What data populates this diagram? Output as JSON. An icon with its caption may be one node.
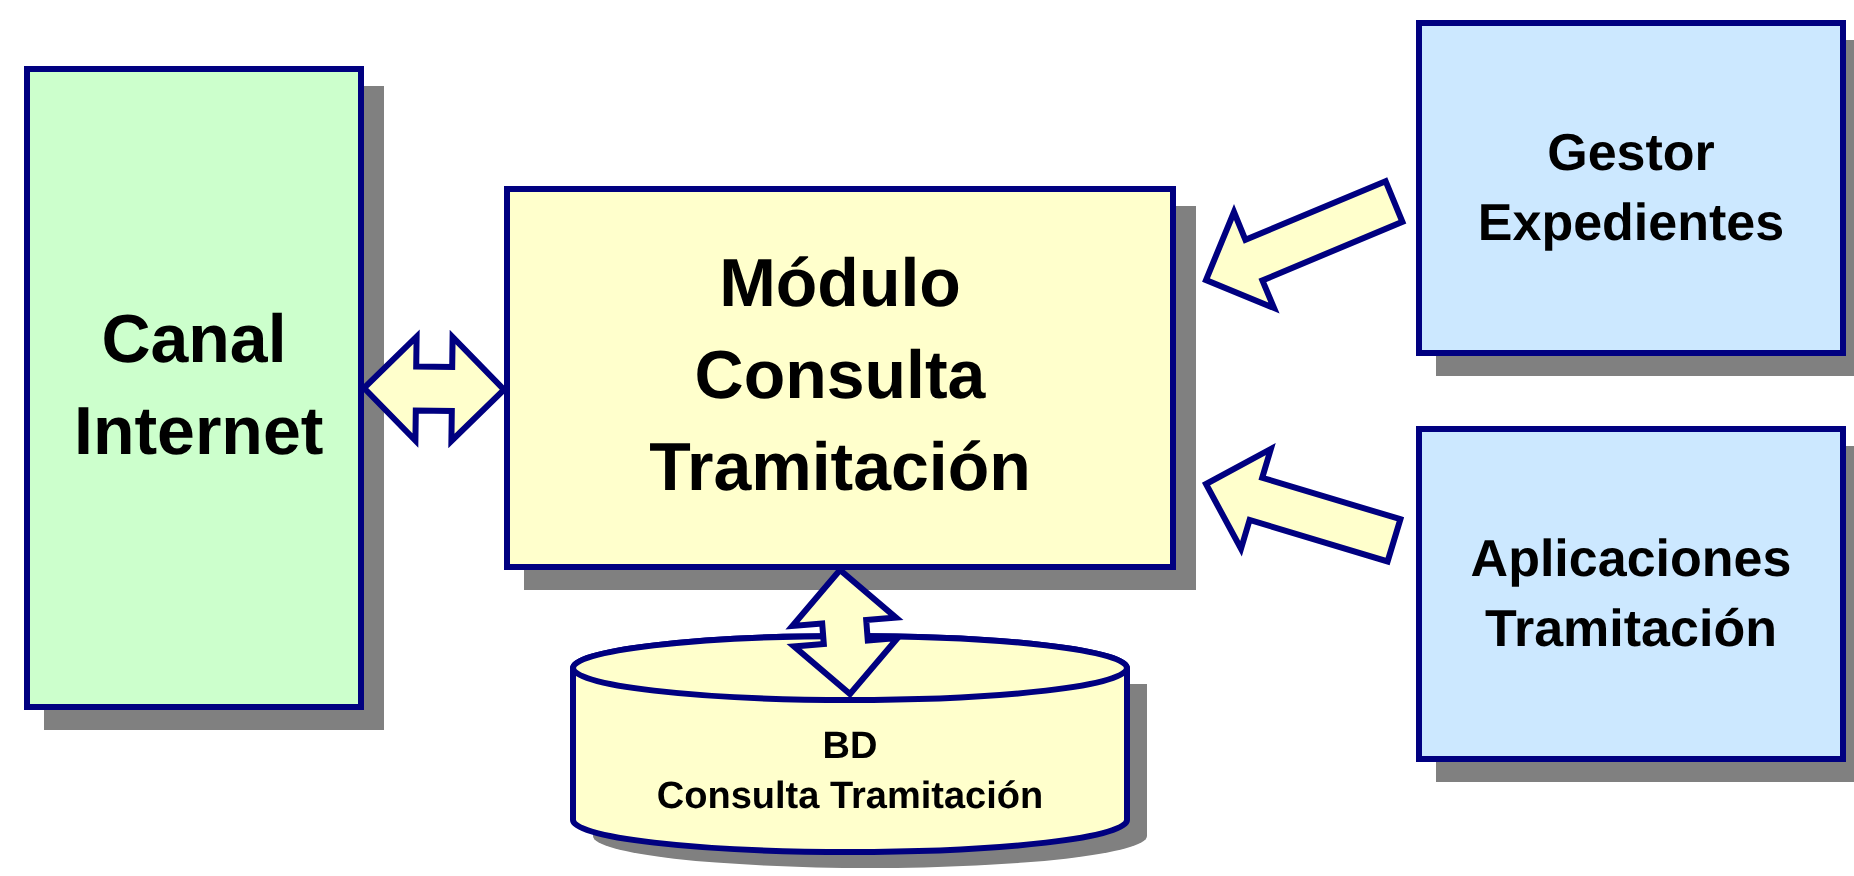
{
  "diagram": {
    "nodes": [
      {
        "text": [
          "Canal Internet"
        ]
      },
      {
        "text": [
          "Módulo Consulta Tramitación"
        ]
      },
      {
        "text": [
          "Gestor Expedientes"
        ]
      },
      {
        "text": [
          "Aplicaciones Tramitación"
        ]
      },
      {
        "text": [
          "BD",
          "Consulta Tramitación"
        ]
      }
    ],
    "edges": [
      {
        "from": 0,
        "to": 1,
        "arrow": "both"
      },
      {
        "from": 1,
        "to": 4,
        "arrow": "both"
      },
      {
        "from": 2,
        "to": 1,
        "arrow": "to"
      },
      {
        "from": 3,
        "to": 1,
        "arrow": "to"
      }
    ]
  }
}
